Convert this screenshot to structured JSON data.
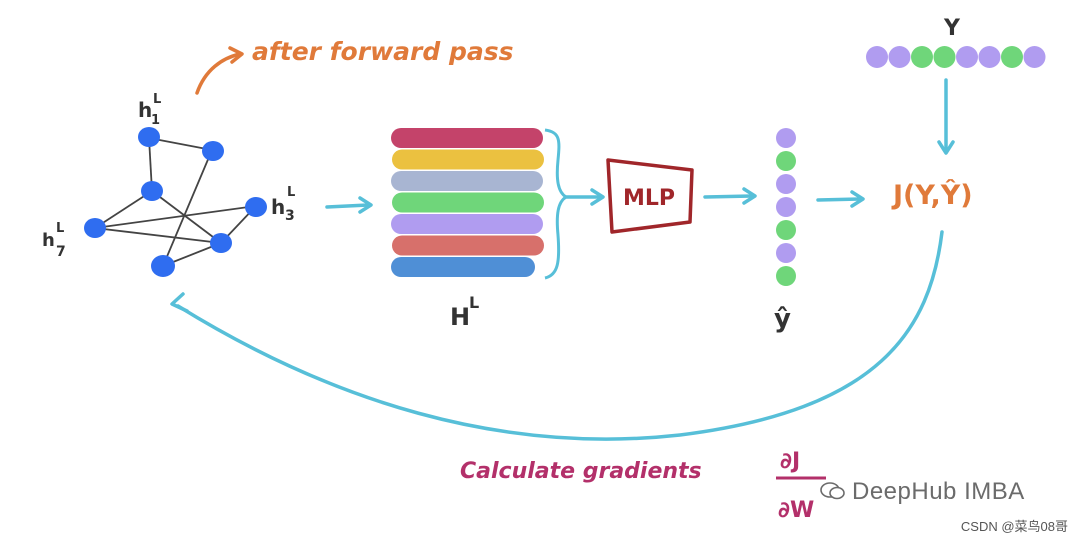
{
  "annotations": {
    "after_forward_pass": "after forward pass",
    "calculate_gradients": "Calculate gradients",
    "gradient_fraction": {
      "numerator": "∂J",
      "denominator": "∂W"
    }
  },
  "graph": {
    "node_labels": [
      {
        "base": "h",
        "sub": "1",
        "sup": "L"
      },
      {
        "base": "h",
        "sub": "3",
        "sup": "L"
      },
      {
        "base": "h",
        "sub": "7",
        "sup": "L"
      }
    ]
  },
  "matrix_label": {
    "base": "H",
    "sup": "L"
  },
  "mlp_label": "MLP",
  "yhat_label": "ŷ",
  "y_label": "Y",
  "loss_label": "J(Y,Ŷ)",
  "watermark": "DeepHub IMBA",
  "csdn_credit": "CSDN @菜鸟08哥",
  "colors": {
    "graph_node": "#2f6df0",
    "arrow": "#57bfd8",
    "orange_text": "#e07a3a",
    "magenta_text": "#b3306a",
    "mlp_box": "#a0262a",
    "purple_dot": "#b09cf0",
    "green_dot": "#6fd67a",
    "bands": [
      "#c4436a",
      "#ebc140",
      "#a8b5d2",
      "#6fd67a",
      "#b09cf0",
      "#d7706b",
      "#4f8fd6"
    ]
  },
  "yhat_dots": [
    "purple",
    "green",
    "purple",
    "purple",
    "green",
    "purple",
    "green"
  ],
  "y_dots": [
    "purple",
    "purple",
    "green",
    "green",
    "purple",
    "purple",
    "green",
    "purple"
  ]
}
